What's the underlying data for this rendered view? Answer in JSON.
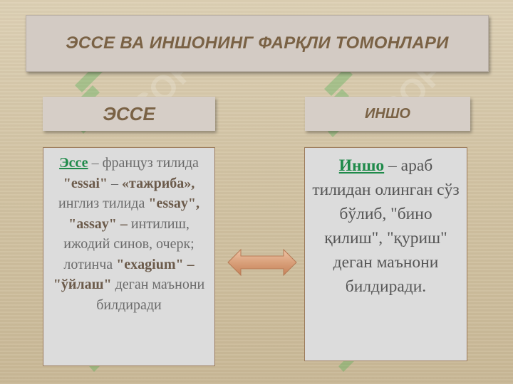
{
  "title": "ЭССЕ ВА ИНШОНИНГ ФАРҚЛИ ТОМОНЛАРИ",
  "left": {
    "header": "ЭССЕ",
    "term": "Эссе",
    "t1": " – француз тилида ",
    "w1": "\"essai\"",
    "t2": " – ",
    "w2": "«тажриба»,",
    "t3": " инглиз тилида ",
    "w3": "\"essay\",",
    "t4": " ",
    "w4": "\"assay\"",
    "t5": " ",
    "w5": "–",
    "t6": " интилиш, ижодий синов, очерк; лотинча ",
    "w6": "\"exagium\"",
    "t7": " ",
    "w7": "–",
    "t8": " ",
    "w8": "\"ўйлаш\"",
    "t9": " деган маънони билдиради"
  },
  "right": {
    "header": "ИНШО",
    "term": "Иншо",
    "text": " – араб тилидан олинган сўз бўлиб, \"бино қилиш\", \"қуриш\" деган маънони билдиради."
  },
  "watermark_text": "SOFT",
  "colors": {
    "term_green": "#1f8a4a",
    "title_brown": "#7a6245",
    "arrow_fill": "#d9a07a",
    "logo_green": "#4caf50"
  }
}
